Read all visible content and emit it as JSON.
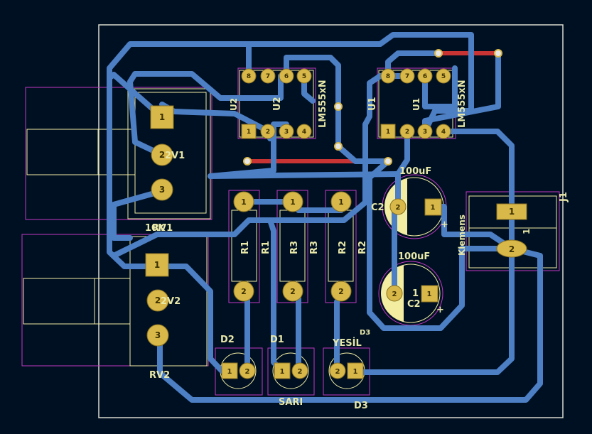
{
  "colors": {
    "background": "#001023",
    "edge_cuts": "#d9d9cc",
    "back_copper": "#4d7fc4",
    "front_copper": "#c83434",
    "pad": "#d9b84a",
    "hole": "#1a1a1a",
    "silkscreen": "#f2eda1",
    "courtyard": "#c238c2",
    "label": "#e8e8a8"
  },
  "ic_left": {
    "value": "LM555xN",
    "ref": "U2",
    "ref_mirror": "U2",
    "pins_top": [
      "8",
      "7",
      "6",
      "5"
    ],
    "pins_bottom": [
      "1",
      "2",
      "3",
      "4"
    ]
  },
  "ic_right": {
    "value": "LM555xN",
    "ref": "U1",
    "ref_mirror": "U1",
    "pins_top": [
      "8",
      "7",
      "6",
      "5"
    ],
    "pins_bottom": [
      "1",
      "2",
      "3",
      "4"
    ]
  },
  "rv1": {
    "ref": "RV1",
    "value": "10K",
    "ref2": "RV1",
    "pin_label": "2V1",
    "pins": [
      "1",
      "2",
      "3"
    ]
  },
  "rv2": {
    "ref": "RV2",
    "pin_label": "2V2",
    "pins": [
      "1",
      "2",
      "3"
    ]
  },
  "r1": {
    "ref": "R1",
    "value": "R1",
    "pins": [
      "1",
      "2"
    ]
  },
  "r3": {
    "ref": "R3",
    "value": "R3",
    "pins": [
      "1",
      "2"
    ]
  },
  "r2": {
    "ref": "R2",
    "value": "R2",
    "pins": [
      "1",
      "2"
    ]
  },
  "c2": {
    "value": "100uF",
    "ref": "C2",
    "pins": [
      "2",
      "1"
    ],
    "plus": "+"
  },
  "c1": {
    "value": "100uF",
    "ref": "C2",
    "pin1_label": "1",
    "pins": [
      "2",
      "1"
    ],
    "plus": "+"
  },
  "d2": {
    "ref": "D2",
    "pins": [
      "1",
      "2"
    ]
  },
  "d1": {
    "ref": "D1",
    "value": "SARI",
    "pins": [
      "1",
      "2"
    ]
  },
  "d3": {
    "ref": "D3",
    "value": "YESİL",
    "ref2": "D3",
    "pins": [
      "2",
      "1"
    ]
  },
  "j1": {
    "ref": "J1",
    "value": "Klemens",
    "pin_label": "1",
    "pins": [
      "1",
      "2"
    ]
  }
}
